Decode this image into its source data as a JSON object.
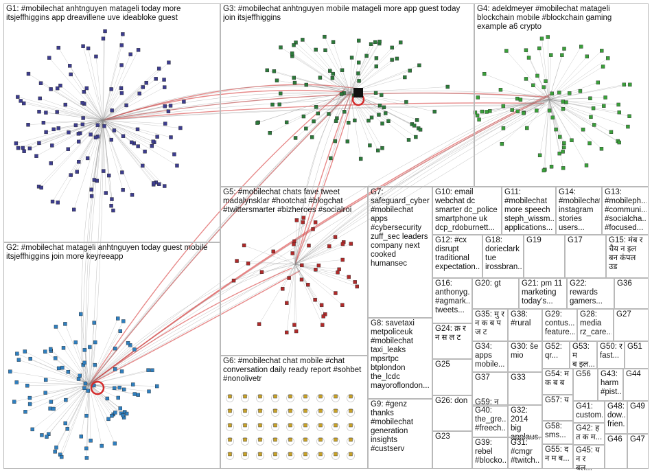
{
  "title": "",
  "groups": [
    {
      "id": "G1",
      "text": "G1: #mobilechat anhtnguyen matageli today more\nitsjeffhiggins app dreavillene uve ideabloke guest"
    },
    {
      "id": "G2",
      "text": "G2: #mobilechat matageli anhtnguyen today guest mobile\nitsjeffhiggins join more keyreeapp"
    },
    {
      "id": "G3",
      "text": "G3: #mobilechat anhtnguyen mobile matageli more app guest today\njoin itsjeffhiggins"
    },
    {
      "id": "G4",
      "text": "G4: adeldmeyer #mobilechat matageli\nblockchain mobile #blockchain gaming\nexample a6 crypto"
    },
    {
      "id": "G5",
      "text": "G5: #mobilechat chats fave tweet\nmadalynsklar #hootchat #blogchat\n#twittersmarter #bizheroes #socialroi"
    },
    {
      "id": "G6",
      "text": "G6: #mobilechat chat mobile #chat\nconversation daily ready report #sohbet\n#nonolivetr"
    },
    {
      "id": "G7",
      "text": "G7:\nsafeguard_cyber\n#mobilechat\napps\n#cybersecurity\nzuff_sec leaders\ncompany next\ncooked\nhumansec"
    },
    {
      "id": "G8",
      "text": "G8: savetaxi\nmetpoliceuk\n#mobilechat\ntaxi_leaks\nmpsrtpc\nbtplondon\nthe_lcdc\nmayoroflondon..."
    },
    {
      "id": "G9",
      "text": "G9: #genz\nthanks\n#mobilechat\ngeneration\ninsights\n#custserv"
    },
    {
      "id": "G10",
      "text": "G10: email\nwebchat dc\nsmarter dc_police\nsmartphone uk\ndcp_rdoburnett..."
    },
    {
      "id": "G11",
      "text": "G11:\n#mobilechat\nmore speech\nsteph_wissm...\napplications..."
    },
    {
      "id": "G12",
      "text": "G12: #cx\ndisrupt\ntraditional\nexpectation..."
    },
    {
      "id": "G13",
      "text": "G13:\n#mobileph...\n#communi...\n#socialcha...\n#focused..."
    },
    {
      "id": "G14",
      "text": "G14:\n#mobilechat\ninstagram\nstories\nusers..."
    },
    {
      "id": "G15",
      "text": "G15: मंब र\nचैय न इल\nबन कंपल\nउड"
    },
    {
      "id": "G16",
      "text": "G16:\nanthonyg...\n#agmark...\ntweets..."
    },
    {
      "id": "G17",
      "text": "G17"
    },
    {
      "id": "G18",
      "text": "G18:\ndorieclark\ntue\nirossbran..."
    },
    {
      "id": "G19",
      "text": "G19"
    },
    {
      "id": "G20",
      "text": "G20: gt"
    },
    {
      "id": "G21",
      "text": "G21: pm 11\nmarketing\ntoday's..."
    },
    {
      "id": "G22",
      "text": "G22:\nrewards\ngamers..."
    },
    {
      "id": "G23",
      "text": "G23"
    },
    {
      "id": "G24",
      "text": "G24: क्र र\nन स ल ट"
    },
    {
      "id": "G25",
      "text": "G25"
    },
    {
      "id": "G26",
      "text": "G26: don"
    },
    {
      "id": "G27",
      "text": "G27"
    },
    {
      "id": "G28",
      "text": "G28:\nmedia\nrz_care..."
    },
    {
      "id": "G29",
      "text": "G29:\ncontus...\nfeature..."
    },
    {
      "id": "G30",
      "text": "G30: še\nmio"
    },
    {
      "id": "G31",
      "text": "G31:\n#cmgr\n#twitch..."
    },
    {
      "id": "G32",
      "text": "G32:\n2014 big\napplaus..."
    },
    {
      "id": "G33",
      "text": "G33"
    },
    {
      "id": "G34",
      "text": "G34:\napps\nmobile..."
    },
    {
      "id": "G35",
      "text": "G35: मु र\nन क ब प\nज ट"
    },
    {
      "id": "G36",
      "text": "G36"
    },
    {
      "id": "G37",
      "text": "G37"
    },
    {
      "id": "G38",
      "text": "G38:\n#rural"
    },
    {
      "id": "G39",
      "text": "G39:\nrebel\n#blocko..."
    },
    {
      "id": "G40",
      "text": "G40:\nthe_gre...\n#freech..."
    },
    {
      "id": "G41",
      "text": "G41:\ncustom..."
    },
    {
      "id": "G42",
      "text": "G42: ह\nत क म..."
    },
    {
      "id": "G43",
      "text": "G43:\nharm\n#pist..."
    },
    {
      "id": "G44",
      "text": "G44"
    },
    {
      "id": "G45",
      "text": "G45: य\nन र बल..."
    },
    {
      "id": "G46",
      "text": "G46"
    },
    {
      "id": "G47",
      "text": "G47"
    },
    {
      "id": "G48",
      "text": "G48:\ndow...\nfrien..."
    },
    {
      "id": "G49",
      "text": "G49"
    },
    {
      "id": "G50",
      "text": "G50: र\nfast..."
    },
    {
      "id": "G51",
      "text": "G51"
    },
    {
      "id": "G52",
      "text": "G52:\nqr..."
    },
    {
      "id": "G53",
      "text": "G53: म\nब इल..."
    },
    {
      "id": "G54",
      "text": "G54: म\nक ब ब"
    },
    {
      "id": "G55",
      "text": "G55: द\nन म ब..."
    },
    {
      "id": "G56",
      "text": "G56"
    },
    {
      "id": "G57",
      "text": "G57: य"
    },
    {
      "id": "G58",
      "text": "G58:\nsms..."
    },
    {
      "id": "G59",
      "text": "G59: न"
    }
  ],
  "colors": {
    "edge_gray": "#8a8a8a",
    "edge_red": "#d42a2a",
    "panel_border": "#b9b9b9",
    "g1": "#3d3d8f",
    "g2": "#2f7fbf",
    "g3": "#2c7a3a",
    "g4": "#3aa03a",
    "g5": "#b02a2a",
    "g6": "#c9a227"
  }
}
